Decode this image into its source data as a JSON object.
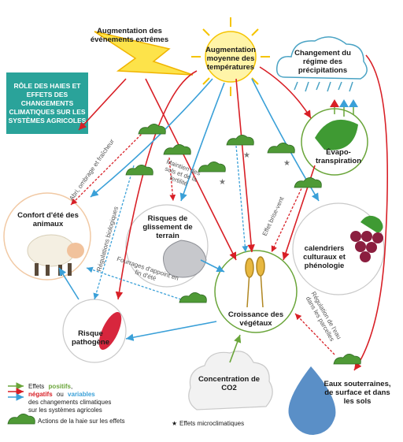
{
  "title": "RÔLE DES HAIES ET EFFETS DES CHANGEMENTS CLIMATIQUES SUR LES SYSTÈMES AGRICOLES",
  "nodes": {
    "extreme_events": "Augmentation des événements extrêmes",
    "temperature": "Augmentation moyenne des températures",
    "precipitation": "Changement du régime des précipitations",
    "evapo": "Évapo-transpiration",
    "comfort": "Confort d'été des animaux",
    "landslide": "Risques de glissement de terrain",
    "calendars": "calendriers culturaux et phénologie",
    "growth": "Croissance des végétaux",
    "pathogen": "Risque pathogène",
    "co2": "Concentration de CO2",
    "water": "Eaux souterraines, de surface et dans les sols"
  },
  "edge_labels": {
    "shade": "Abri, ombrage et fraîcheur",
    "bio_reg": "Régulations biologiques",
    "soil": "Maintien des sols et de la fertilité",
    "windbreak": "Effet brise-vent",
    "forage": "Fourrages d'appoint en fin d'été",
    "water_reg": "Régulation de l'eau dans les parcelles"
  },
  "legend": {
    "effects": "Effets",
    "positive": "positifs",
    "comma": ",",
    "negative": "négatifs",
    "or": "ou",
    "variable": "variables",
    "line2": "des changements climatiques",
    "line3": "sur les systèmes agricoles",
    "hedge": "Actions de la haie sur les effets",
    "micro": "Effets microclimatiques",
    "star": "★"
  },
  "colors": {
    "positive": "#6aa53a",
    "negative": "#d81f26",
    "variable": "#3aa0d8",
    "teal": "#2aa39a",
    "hedge": "#3f8a2e"
  }
}
